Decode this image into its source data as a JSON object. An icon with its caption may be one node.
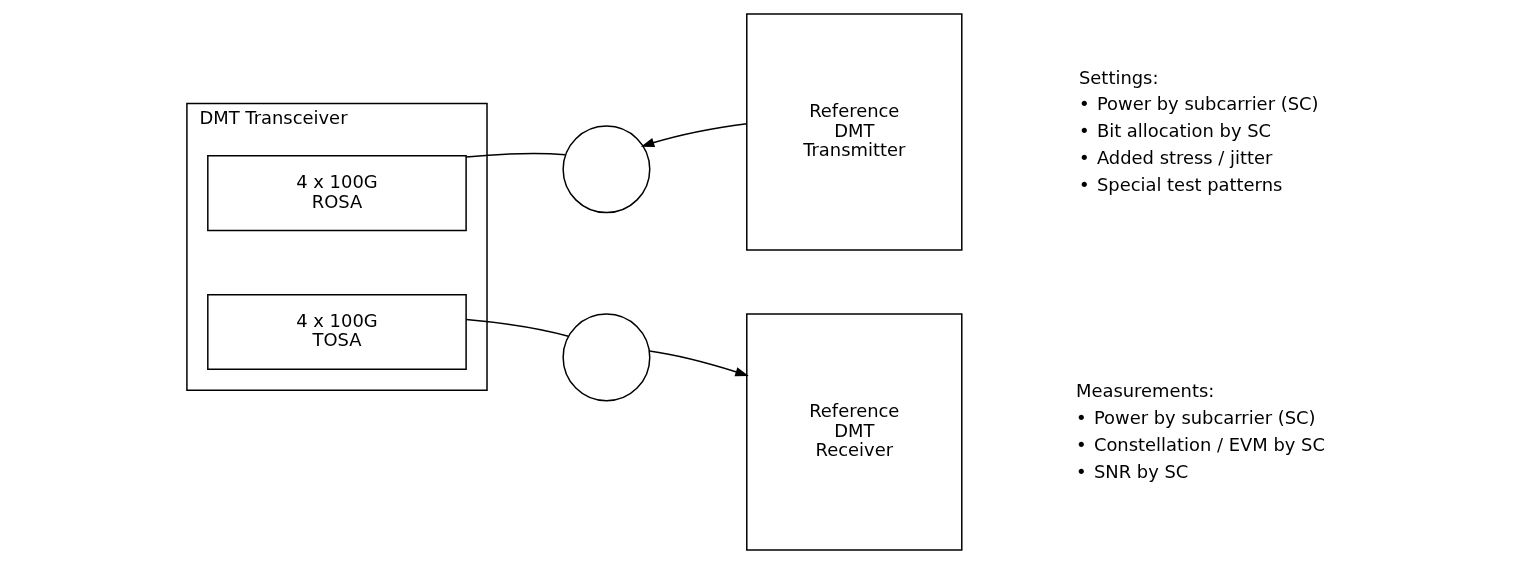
{
  "diagram": {
    "nodes": [
      {
        "text": [
          "DMT Transceiver"
        ]
      },
      {
        "text": [
          "4 x 100G ROSA"
        ],
        "in": 0
      },
      {
        "text": [
          "4 x 100G TOSA"
        ],
        "in": 0
      },
      {
        "text": [],
        "shape": "circle"
      },
      {
        "text": [],
        "shape": "circle"
      },
      {
        "text": [
          "Reference DMT Transmitter"
        ]
      },
      {
        "text": [
          "Reference DMT Receiver"
        ]
      }
    ],
    "edges": [
      {
        "from": 5,
        "to": 3,
        "arrow": "to"
      },
      {
        "from": 3,
        "to": 1,
        "arrow": "none"
      },
      {
        "from": 2,
        "to": 4,
        "arrow": "none"
      },
      {
        "from": 4,
        "to": 6,
        "arrow": "to"
      }
    ],
    "labels": [
      "Settings:",
      "•",
      "Power by subcarrier (SC)",
      "•",
      "Bit allocation by SC",
      "•",
      "Added stress / jitter",
      "•",
      "Special test patterns",
      "Measurements:",
      "•",
      "Power by subcarrier (SC)",
      "•",
      "Constellation / EVM by SC",
      "•",
      "SNR by SC"
    ]
  }
}
